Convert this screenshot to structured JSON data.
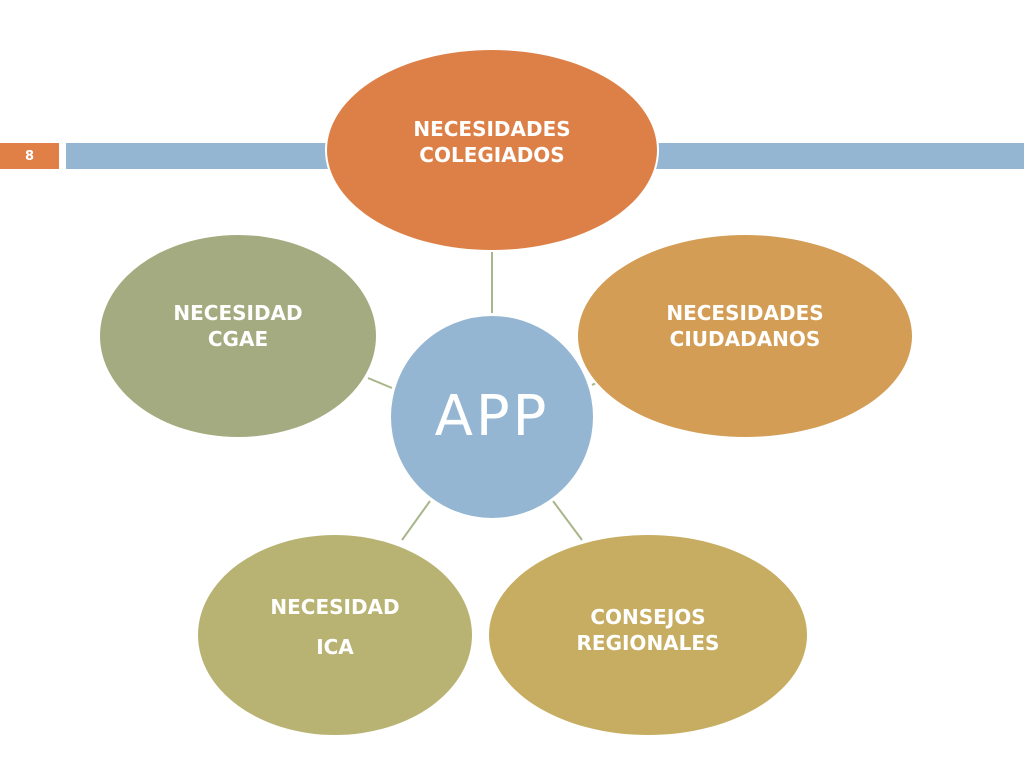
{
  "slide_number": "8",
  "colors": {
    "accent_orange": "#e07f46",
    "bar_blue": "#94b6d2",
    "connector": "#a9b58a"
  },
  "center": {
    "label": "APP"
  },
  "nodes": {
    "colegiados": {
      "line1": "NECESIDADES",
      "line2": "COLEGIADOS"
    },
    "ciudadanos": {
      "line1": "NECESIDADES",
      "line2": "CIUDADANOS"
    },
    "cgae": {
      "line1": "NECESIDAD",
      "line2": "CGAE"
    },
    "ica": {
      "line1": "NECESIDAD",
      "line2": "ICA"
    },
    "consejos": {
      "line1": "CONSEJOS",
      "line2": "REGIONALES"
    }
  }
}
